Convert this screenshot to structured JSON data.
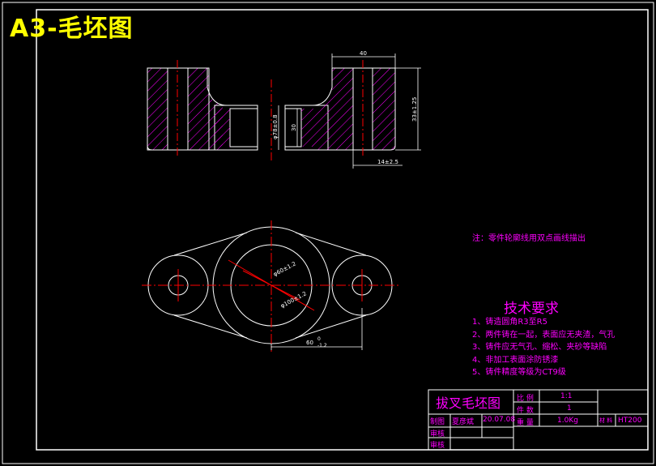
{
  "title": "A3-毛坯图",
  "note": "注：零件轮廓线用双点画线描出",
  "tech_requirements": {
    "heading": "技术要求",
    "items": [
      "1、铸造圆角R3至R5",
      "2、两件铸在一起，表面应无夹渣，气孔",
      "3、铸件应无气孔、缩松、夹砂等缺陷",
      "4、非加工表面涂防锈漆",
      "5、铸件精度等级为CT9级"
    ]
  },
  "dimensions": {
    "top_width": "40",
    "height_right": "33±1.25",
    "height_mid": "30",
    "hole_dim": "φ78±0.8",
    "bottom_offset": "14±2.5",
    "center_circle": "φ60±1.2",
    "outer_circle": "φ100±1.2",
    "spacing": "60",
    "spacing_tol_upper": "0",
    "spacing_tol_lower": "-1.2"
  },
  "title_block": {
    "part_name": "拔叉毛坯图",
    "scale_label": "比 例",
    "scale_value": "1:1",
    "qty_label": "件 数",
    "qty_value": "1",
    "drawn_label": "制图",
    "drawn_by": "夏彦斌",
    "drawn_date": "20.07.08",
    "weight_label": "重 量",
    "weight_value": "1.0Kg",
    "material_label": "材 料",
    "material_value": "HT200",
    "review_label": "审核",
    "approve_label": "审核"
  }
}
